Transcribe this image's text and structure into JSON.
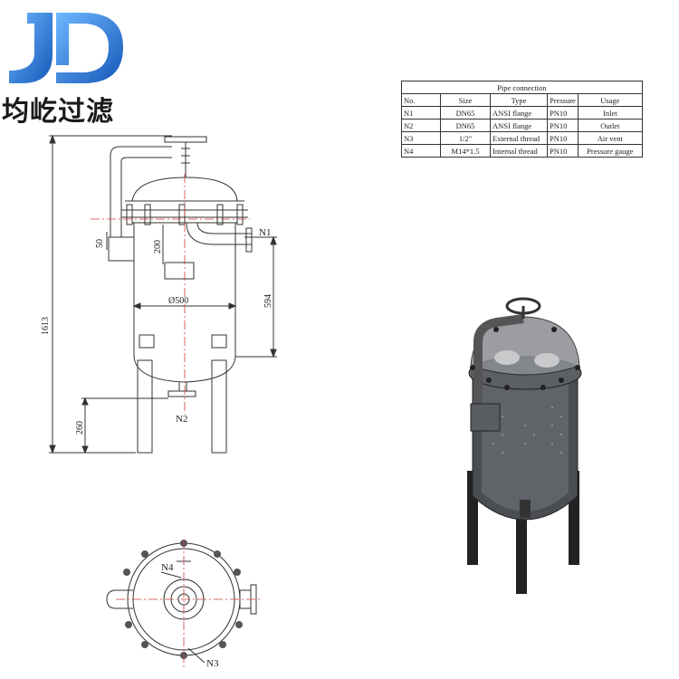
{
  "brand": {
    "name": "均屹过滤",
    "logo_letters": "JD"
  },
  "connection_table": {
    "title": "Pipe connection",
    "headers": [
      "No.",
      "Size",
      "Type",
      "Pressure",
      "Usage"
    ],
    "rows": [
      [
        "N1",
        "DN65",
        "ANSI flange",
        "PN10",
        "Inlet"
      ],
      [
        "N2",
        "DN65",
        "ANSI flange",
        "PN10",
        "Outlet"
      ],
      [
        "N3",
        "1/2\"",
        "External thread",
        "PN10",
        "Air vent"
      ],
      [
        "N4",
        "M14*1.5",
        "Internal thread",
        "PN10",
        "Pressure gauge"
      ]
    ]
  },
  "front_view": {
    "dim_total_height": "1613",
    "dim_vessel_upper": "594",
    "dim_leg": "260",
    "dim_flange_offset": "50",
    "dim_outlet_drop": "200",
    "dim_diameter": "Ø500",
    "label_inlet": "N1",
    "label_outlet": "N2"
  },
  "top_view": {
    "label_gauge": "N4",
    "label_vent": "N3"
  },
  "colors": {
    "logo_blue": "#1f73c9",
    "line": "#333333",
    "centerline": "#d23a3a",
    "vessel_dark": "#3a3d42"
  }
}
